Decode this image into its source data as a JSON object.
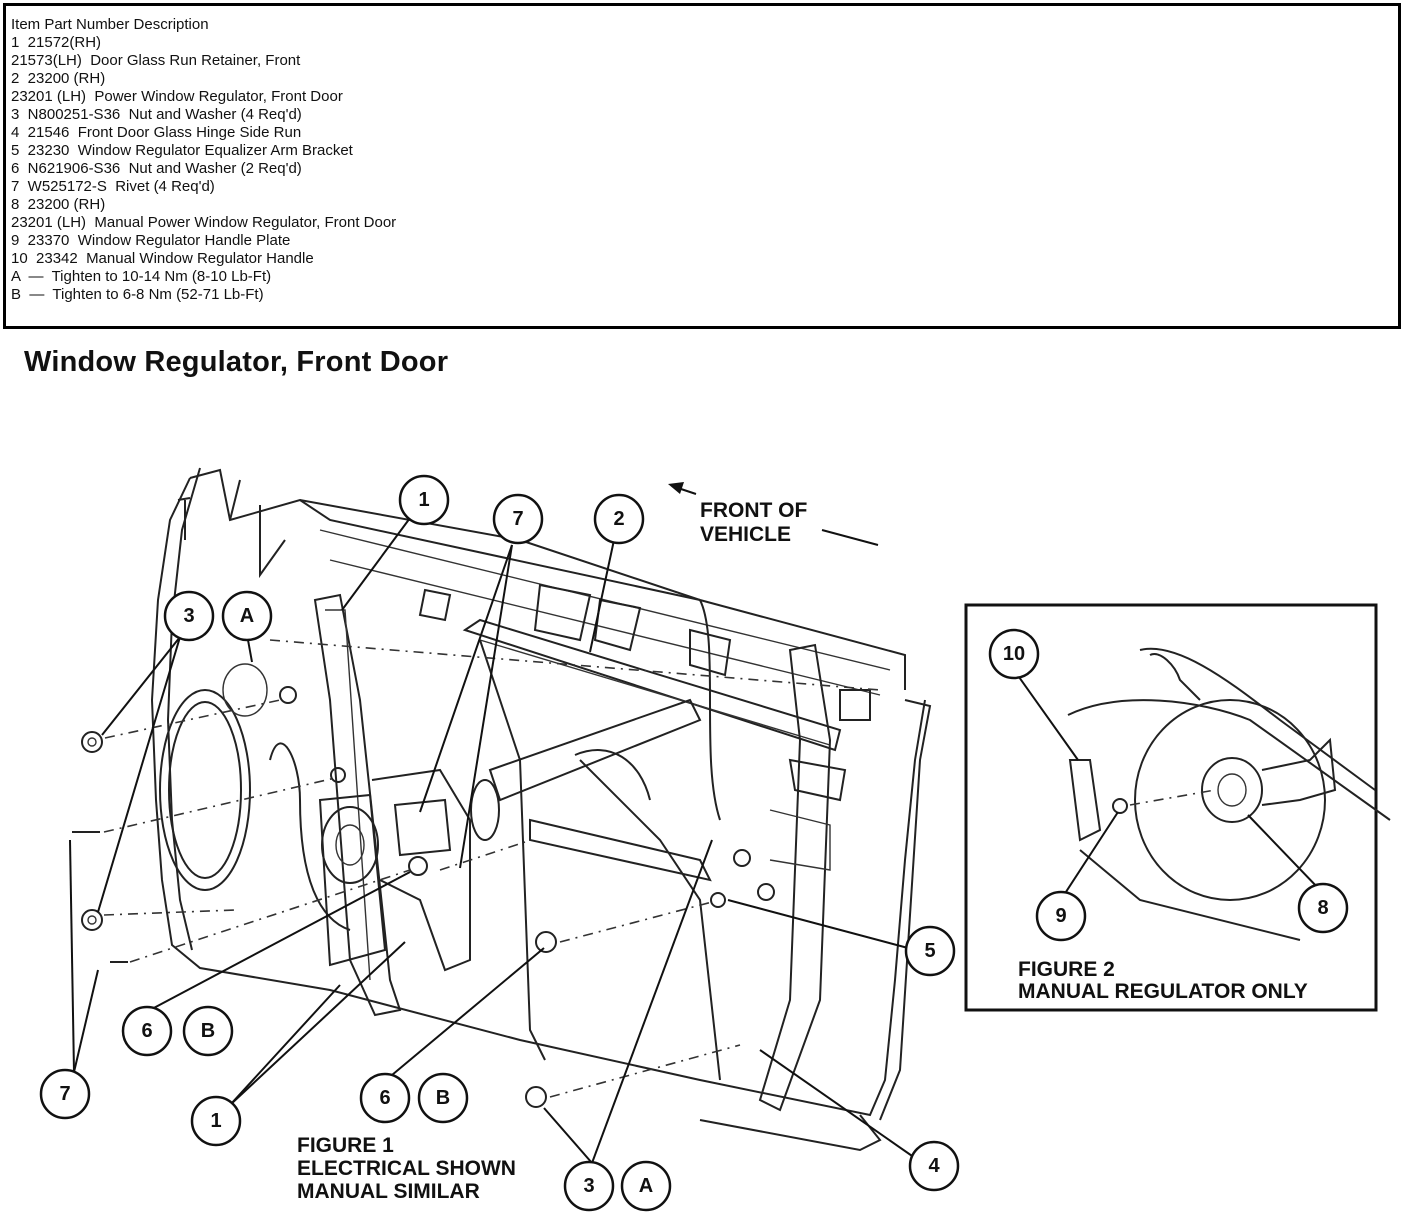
{
  "parts_list": {
    "lines": [
      "Item Part Number Description",
      "1  21572(RH)",
      "21573(LH)  Door Glass Run Retainer, Front",
      "2  23200 (RH)",
      "23201 (LH)  Power Window Regulator, Front Door",
      "3  N800251-S36  Nut and Washer (4 Req'd)",
      "4  21546  Front Door Glass Hinge Side Run",
      "5  23230  Window Regulator Equalizer Arm Bracket",
      "6  N621906-S36  Nut and Washer (2 Req'd)",
      "7  W525172-S  Rivet (4 Req'd)",
      "8  23200 (RH)",
      "23201 (LH)  Manual Power Window Regulator, Front Door",
      "9  23370  Window Regulator Handle Plate",
      "10  23342  Manual Window Regulator Handle",
      "A  —  Tighten to 10-14 Nm (8-10 Lb-Ft)",
      "B  —  Tighten to 6-8 Nm (52-71 Lb-Ft)"
    ]
  },
  "title": "Window Regulator, Front Door",
  "front_label": {
    "line1": "FRONT OF",
    "line2": "VEHICLE"
  },
  "figure1": {
    "line1": "FIGURE 1",
    "line2": "ELECTRICAL SHOWN",
    "line3": "MANUAL SIMILAR"
  },
  "figure2": {
    "line1": "FIGURE 2",
    "line2": "MANUAL REGULATOR ONLY"
  },
  "callouts": {
    "c1_top": "1",
    "c7_top": "7",
    "c2_top": "2",
    "c3_left": "3",
    "cA_left": "A",
    "c6_left": "6",
    "cB_left": "B",
    "c7_bottom": "7",
    "c1_bottom": "1",
    "c6_mid": "6",
    "cB_mid": "B",
    "c3_bottom": "3",
    "cA_bottom": "A",
    "c5": "5",
    "c4": "4",
    "c10": "10",
    "c9": "9",
    "c8": "8"
  }
}
